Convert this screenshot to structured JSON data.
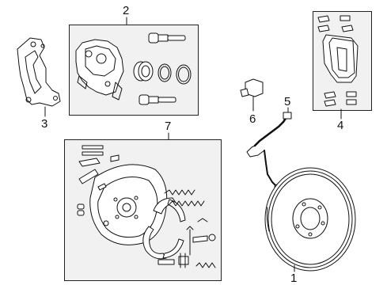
{
  "diagram": {
    "callouts": {
      "c1": "1",
      "c2": "2",
      "c3": "3",
      "c4": "4",
      "c5": "5",
      "c6": "6",
      "c7": "7"
    },
    "colors": {
      "line": "#111111",
      "box_fill": "#f1f1f1",
      "part_fill": "#ffffff"
    }
  }
}
